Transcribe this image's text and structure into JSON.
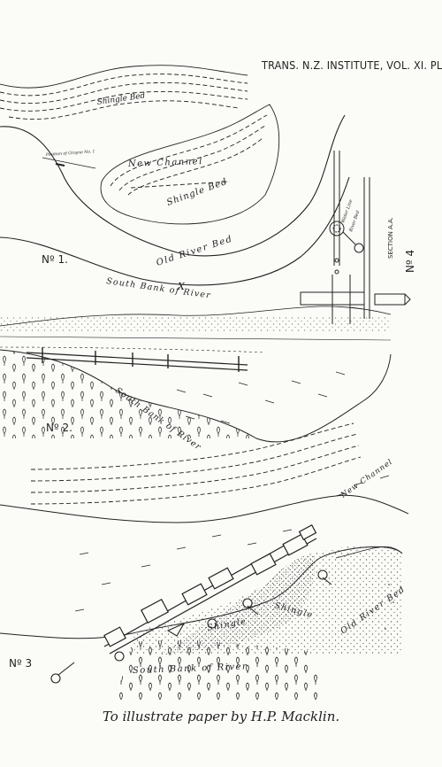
{
  "header": "TRANS. N.Z. INSTITUTE, VOL. XI. PL. II.",
  "caption": "To illustrate paper by H.P. Macklin.",
  "figures": {
    "fig1": {
      "number": "Nº 1.",
      "labels": {
        "shingle_bed_top": "Shingle Bed",
        "new_channel": "New Channel",
        "shingle_bed_island": "Shingle Bed",
        "old_river_bed": "Old River Bed",
        "south_bank": "South Bank of River",
        "x_mark": "X",
        "position_note": "Position of Groyne No. 1"
      }
    },
    "fig2": {
      "number": "Nº 2.",
      "labels": {
        "south_bank": "South Bank of River"
      }
    },
    "fig3": {
      "number": "Nº 3",
      "labels": {
        "new_channel": "New Channel",
        "old_river_bed": "Old River Bed",
        "shingle_1": "Shingle",
        "shingle_2": "Shingle",
        "south_bank": "South Bank of River"
      }
    },
    "fig4": {
      "number": "Nº 4",
      "labels": {
        "section": "SECTION A.A.",
        "river_bed": "River Bed",
        "water_line": "Water Line"
      }
    }
  }
}
